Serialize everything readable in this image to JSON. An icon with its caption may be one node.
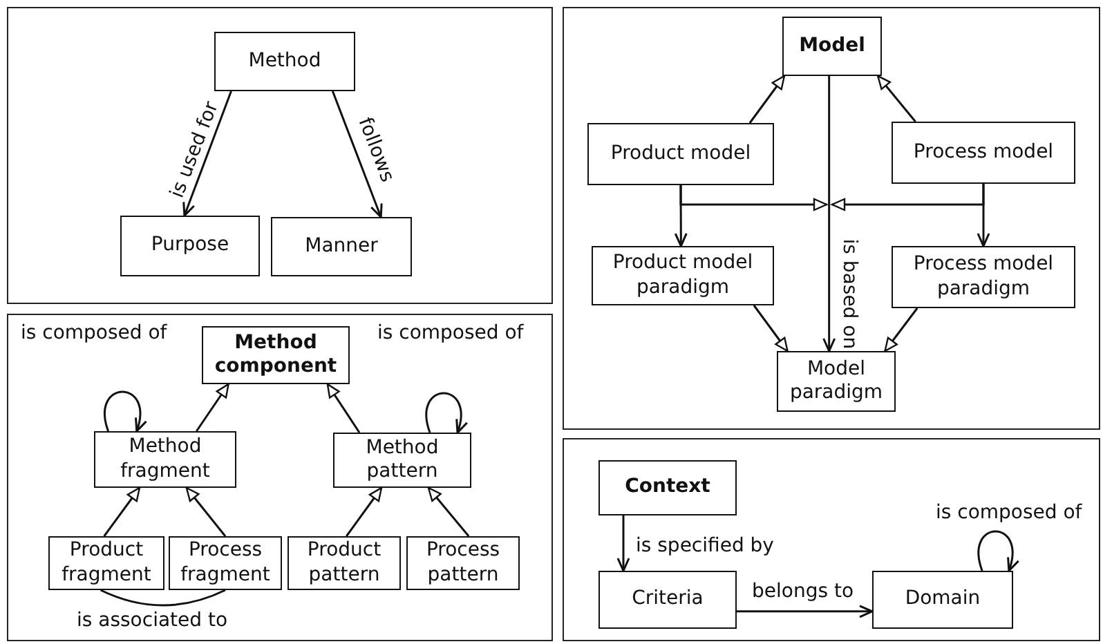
{
  "diagram": {
    "nodes": [
      {
        "text": [
          "Method"
        ]
      },
      {
        "text": [
          "Purpose"
        ]
      },
      {
        "text": [
          "Manner"
        ]
      },
      {
        "text": [
          "Method component"
        ]
      },
      {
        "text": [
          "Method fragment"
        ]
      },
      {
        "text": [
          "Method pattern"
        ]
      },
      {
        "text": [
          "Product fragment"
        ]
      },
      {
        "text": [
          "Process fragment"
        ]
      },
      {
        "text": [
          "Product pattern"
        ]
      },
      {
        "text": [
          "Process pattern"
        ]
      },
      {
        "text": [
          "Model"
        ]
      },
      {
        "text": [
          "Product model"
        ]
      },
      {
        "text": [
          "Process model"
        ]
      },
      {
        "text": [
          "Product model paradigm"
        ]
      },
      {
        "text": [
          "Process model paradigm"
        ]
      },
      {
        "text": [
          "Model paradigm"
        ]
      },
      {
        "text": [
          "Context"
        ]
      },
      {
        "text": [
          "Criteria"
        ]
      },
      {
        "text": [
          "Domain"
        ]
      }
    ],
    "edges": [
      {
        "from": 0,
        "to": 1,
        "arrow": "to",
        "label": "is used for"
      },
      {
        "from": 0,
        "to": 2,
        "arrow": "to",
        "label": "follows"
      },
      {
        "from": 4,
        "to": 3,
        "arrow": "to"
      },
      {
        "from": 5,
        "to": 3,
        "arrow": "to"
      },
      {
        "from": 6,
        "to": 4,
        "arrow": "to"
      },
      {
        "from": 7,
        "to": 4,
        "arrow": "to"
      },
      {
        "from": 8,
        "to": 5,
        "arrow": "to"
      },
      {
        "from": 9,
        "to": 5,
        "arrow": "to"
      },
      {
        "from": 4,
        "to": 4,
        "arrow": "to",
        "label": "is composed of"
      },
      {
        "from": 5,
        "to": 5,
        "arrow": "to",
        "label": "is composed of"
      },
      {
        "from": 6,
        "to": 7,
        "arrow": "none",
        "label": "is associated to"
      },
      {
        "from": 11,
        "to": 10,
        "arrow": "to"
      },
      {
        "from": 12,
        "to": 10,
        "arrow": "to"
      },
      {
        "from": 11,
        "to": 13,
        "arrow": "to"
      },
      {
        "from": 12,
        "to": 14,
        "arrow": "to"
      },
      {
        "from": 11,
        "to": null,
        "arrow": "to"
      },
      {
        "from": 12,
        "to": null,
        "arrow": "to"
      },
      {
        "from": 10,
        "to": 15,
        "arrow": "to",
        "label": "is based on"
      },
      {
        "from": 13,
        "to": 15,
        "arrow": "to"
      },
      {
        "from": 14,
        "to": 15,
        "arrow": "to"
      },
      {
        "from": 16,
        "to": 17,
        "arrow": "to",
        "label": "is specified by"
      },
      {
        "from": 17,
        "to": 18,
        "arrow": "to",
        "label": "belongs to"
      },
      {
        "from": 18,
        "to": 18,
        "arrow": "to",
        "label": "is composed of"
      }
    ]
  }
}
